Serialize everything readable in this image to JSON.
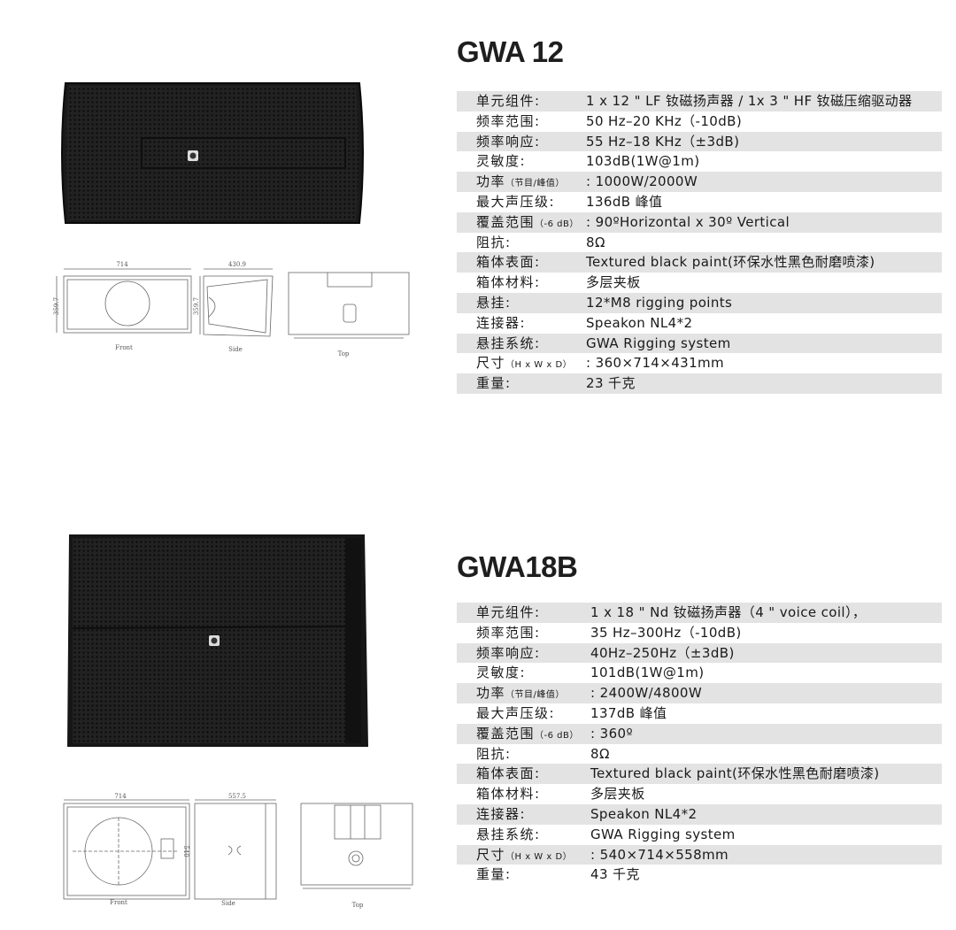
{
  "products": [
    {
      "model": "GWA 12",
      "specs": [
        {
          "label": "单元组件:",
          "sub": "",
          "value": "1 x 12 \" LF 钕磁扬声器 / 1x 3 \" HF 钕磁压缩驱动器"
        },
        {
          "label": "频率范围:",
          "sub": "",
          "value": "50 Hz–20 KHz（-10dB)"
        },
        {
          "label": "频率响应:",
          "sub": "",
          "value": "55 Hz–18 KHz（±3dB)"
        },
        {
          "label": "灵敏度:",
          "sub": "",
          "value": "103dB(1W@1m)"
        },
        {
          "label": "功率",
          "sub": "（节目/峰值）",
          "value": ": 1000W/2000W"
        },
        {
          "label": "最大声压级:",
          "sub": "",
          "value": "136dB 峰值"
        },
        {
          "label": "覆盖范围",
          "sub": "（-6 dB）",
          "value": ": 90ºHorizontal x 30º Vertical"
        },
        {
          "label": "阻抗:",
          "sub": "",
          "value": "8Ω"
        },
        {
          "label": "箱体表面:",
          "sub": "",
          "value": "Textured black paint(环保水性黑色耐磨喷漆)"
        },
        {
          "label": "箱体材料:",
          "sub": "",
          "value": "多层夹板"
        },
        {
          "label": "悬挂:",
          "sub": "",
          "value": "12*M8 rigging points"
        },
        {
          "label": "连接器:",
          "sub": "",
          "value": "Speakon NL4*2"
        },
        {
          "label": "悬挂系统:",
          "sub": "",
          "value": "GWA Rigging system"
        },
        {
          "label": "尺寸",
          "sub": "（H x W x D）",
          "value": ": 360×714×431mm"
        },
        {
          "label": "重量:",
          "sub": "",
          "value": "23 千克"
        }
      ],
      "drawing": {
        "width_dim": "714",
        "height_dim": "359.7",
        "depth_dim": "430.9",
        "side_height_dim": "359.7",
        "front_label": "Front",
        "side_label": "Side",
        "top_label": "Top"
      }
    },
    {
      "model": "GWA18B",
      "specs": [
        {
          "label": "单元组件:",
          "sub": "",
          "value": "1 x 18 \" Nd 钕磁扬声器（4 \" voice coil），"
        },
        {
          "label": "频率范围:",
          "sub": "",
          "value": "35 Hz–300Hz（-10dB)"
        },
        {
          "label": "频率响应:",
          "sub": "",
          "value": "40Hz–250Hz（±3dB)"
        },
        {
          "label": "灵敏度:",
          "sub": "",
          "value": "101dB(1W@1m)"
        },
        {
          "label": "功率",
          "sub": "（节目/峰值）",
          "value": ": 2400W/4800W"
        },
        {
          "label": "最大声压级:",
          "sub": "",
          "value": "137dB 峰值"
        },
        {
          "label": "覆盖范围",
          "sub": "（-6 dB）",
          "value": ": 360º"
        },
        {
          "label": "阻抗:",
          "sub": "",
          "value": "8Ω"
        },
        {
          "label": "箱体表面:",
          "sub": "",
          "value": "Textured black paint(环保水性黑色耐磨喷漆)"
        },
        {
          "label": "箱体材料:",
          "sub": "",
          "value": "多层夹板"
        },
        {
          "label": "连接器:",
          "sub": "",
          "value": "Speakon NL4*2"
        },
        {
          "label": "悬挂系统:",
          "sub": "",
          "value": "GWA Rigging system"
        },
        {
          "label": "尺寸",
          "sub": "（H x W x D）",
          "value": ": 540×714×558mm"
        },
        {
          "label": "重量:",
          "sub": "",
          "value": "43 千克"
        }
      ],
      "drawing": {
        "width_dim": "714",
        "depth_dim": "557.5",
        "side_height_dim": "540",
        "front_label": "Front",
        "side_label": "Side",
        "top_label": "Top"
      }
    }
  ]
}
